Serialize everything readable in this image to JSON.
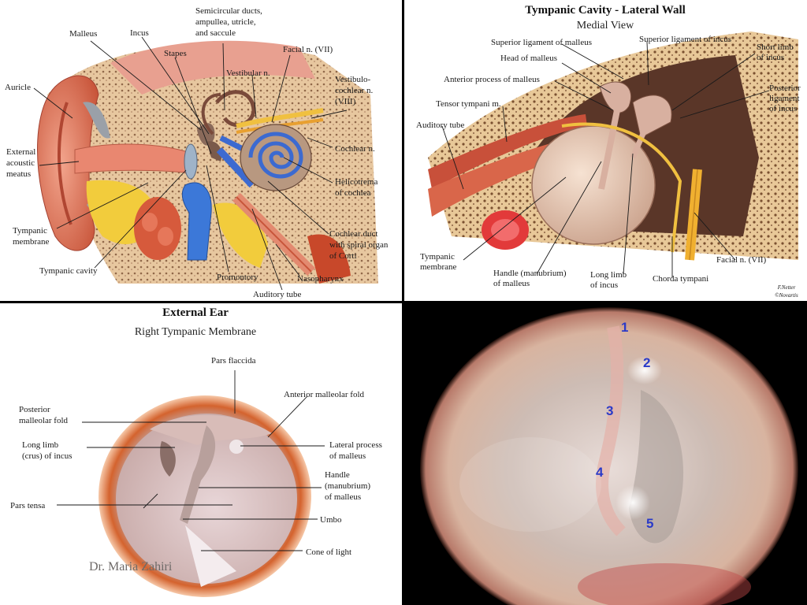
{
  "panel1": {
    "labels": {
      "semicircular": [
        "Semicircular ducts,",
        "ampullea, utricle,",
        "and saccule"
      ],
      "malleus": "Malleus",
      "incus": "Incus",
      "stapes": "Stapes",
      "facial": "Facial n. (VII)",
      "vestibular": "Vestibular n.",
      "vestibulocochlear": [
        "Vestibulo-",
        "cochlear n.",
        "(VIII)"
      ],
      "auricle": "Auricle",
      "external": [
        "External",
        "acoustic",
        "meatus"
      ],
      "cochlear_n": "Cochlear n.",
      "helicotrema": [
        "Helicotrema",
        "of cochlea"
      ],
      "tympanic_membrane": [
        "Tympanic",
        "membrane"
      ],
      "cochlear_duct": [
        "Cochlear duct",
        "with spiral organ",
        "of Corti"
      ],
      "tympanic_cavity": "Tympanic cavity",
      "promontory": "Promontory",
      "nasopharynx": "Nasopharynx",
      "auditory_tube": "Auditory tube"
    }
  },
  "panel2": {
    "title": "Tympanic Cavity - Lateral Wall",
    "subtitle": "Medial View",
    "labels": {
      "sup_lig_malleus": "Superior ligament of malleus",
      "sup_lig_incus": "Superior ligament of incus",
      "short_limb": [
        "Short limb",
        "of incus"
      ],
      "head_malleus": "Head of malleus",
      "ant_process": "Anterior process of malleus",
      "post_lig": [
        "Posterior",
        "ligament",
        "of incus"
      ],
      "tensor": "Tensor tympani m.",
      "auditory_tube": "Auditory tube",
      "tympanic_membrane": [
        "Tympanic",
        "membrane"
      ],
      "handle": [
        "Handle (manubrium)",
        "of malleus"
      ],
      "long_limb": [
        "Long limb",
        "of incus"
      ],
      "chorda": "Chorda tympani",
      "facial": "Facial n. (VII)"
    },
    "signature": [
      "F.Netter",
      "©Novartis"
    ]
  },
  "panel3": {
    "title": "External Ear",
    "subtitle": "Right Tympanic Membrane",
    "labels": {
      "pars_flaccida": "Pars flaccida",
      "ant_fold": "Anterior malleolar fold",
      "post_fold": [
        "Posterior",
        "malleolar fold"
      ],
      "long_limb": [
        "Long limb",
        "(crus) of incus"
      ],
      "lat_process": [
        "Lateral process",
        "of malleus"
      ],
      "handle": [
        "Handle",
        "(manubrium)",
        "of malleus"
      ],
      "pars_tensa": "Pars tensa",
      "umbo": "Umbo",
      "cone": "Cone of light"
    },
    "watermark": "Dr. Maria Zahiri"
  },
  "panel4": {
    "markers": [
      "1",
      "2",
      "3",
      "4",
      "5"
    ]
  },
  "colors": {
    "flesh": "#e07a5f",
    "bone": "#e8cba0",
    "nerve": "#f0c040",
    "vessel": "#3c78d8",
    "membrane": "#dcc0b8",
    "marker": "#2a3ac8"
  }
}
